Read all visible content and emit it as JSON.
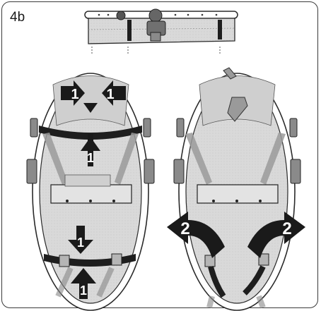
{
  "figure": {
    "step_label": "4b",
    "callouts": {
      "release_buckle": "1",
      "pull_straps": "2"
    }
  }
}
